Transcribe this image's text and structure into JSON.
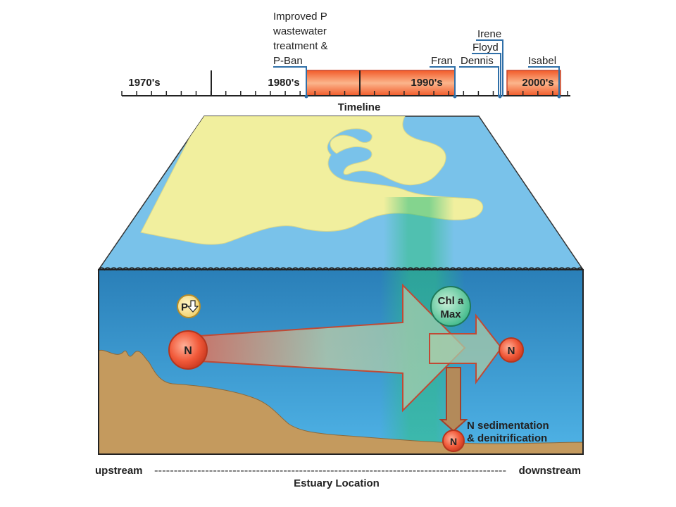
{
  "timeline": {
    "title": "Timeline",
    "decades": [
      "1970's",
      "1980's",
      "1990's",
      "2000's"
    ],
    "p_event": [
      "Improved P",
      "wastewater",
      "treatment &",
      "P-Ban"
    ],
    "hurricanes": {
      "fran": "Fran",
      "dennis": "Dennis",
      "floyd": "Floyd",
      "irene": "Irene",
      "isabel": "Isabel"
    },
    "colors": {
      "bar_fill": "#f57a40",
      "bar_edge": "#c9472a",
      "marker": "#2f6fa8"
    }
  },
  "estuary": {
    "n_upstream": "N",
    "n_downstream": "N",
    "n_sediment": "N",
    "p_reduction": "P",
    "chl_line1": "Chl a",
    "chl_line2": "Max",
    "sediment_label_1": "N sedimentation",
    "sediment_label_2": "& denitrification",
    "colors": {
      "water": "#2f8fc8",
      "land": "#f1ef9e",
      "sediment": "#c49a5e",
      "bloom": "#2fbf82"
    }
  },
  "axis": {
    "upstream": "upstream",
    "dashes": "------------------------------------------------------------------------------------------",
    "downstream": "downstream",
    "title": "Estuary Location"
  }
}
